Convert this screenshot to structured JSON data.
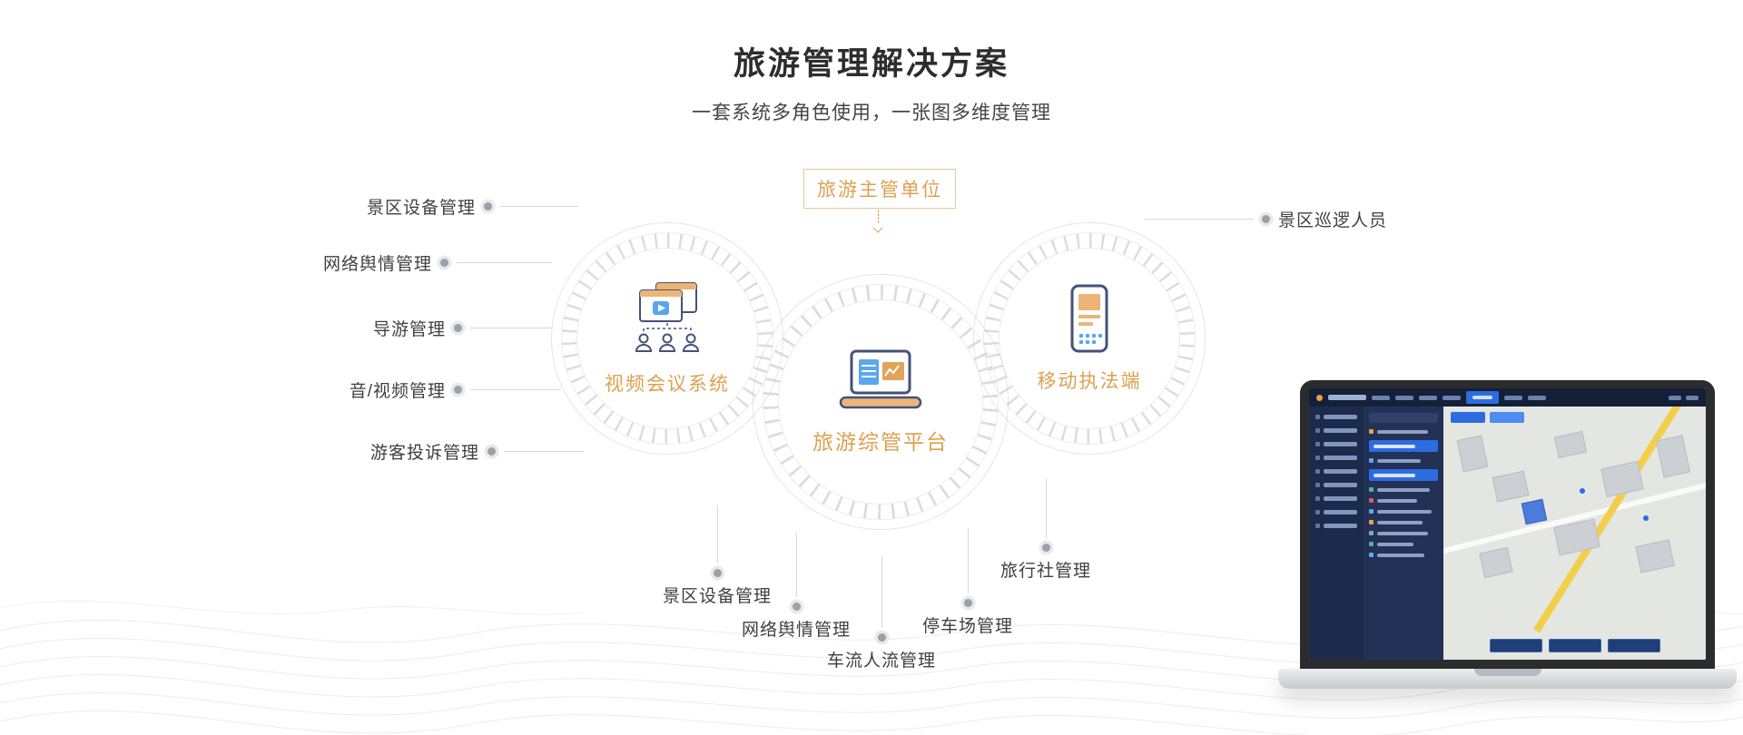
{
  "header": {
    "title": "旅游管理解决方案",
    "subtitle": "一套系统多角色使用，一张图多维度管理"
  },
  "diagram": {
    "authority_box": "旅游主管单位",
    "nodes": [
      {
        "label": "视频会议系统",
        "icon": "video-conference-icon"
      },
      {
        "label": "旅游综管平台",
        "icon": "platform-laptop-icon"
      },
      {
        "label": "移动执法端",
        "icon": "mobile-phone-icon"
      }
    ],
    "left_labels": [
      "景区设备管理",
      "网络舆情管理",
      "导游管理",
      "音/视频管理",
      "游客投诉管理"
    ],
    "right_labels": [
      "景区巡逻人员"
    ],
    "bottom_labels": [
      "景区设备管理",
      "网络舆情管理",
      "车流人流管理",
      "停车场管理",
      "旅行社管理"
    ]
  },
  "colors": {
    "accent_orange": "#DFA050",
    "icon_navy": "#44527A",
    "icon_blue": "#5AA7EE",
    "icon_tan": "#ECB577",
    "dashboard_blue": "#2D6BE0",
    "dashboard_navy": "#16223D",
    "map_road_yellow": "#F2CF4A"
  }
}
